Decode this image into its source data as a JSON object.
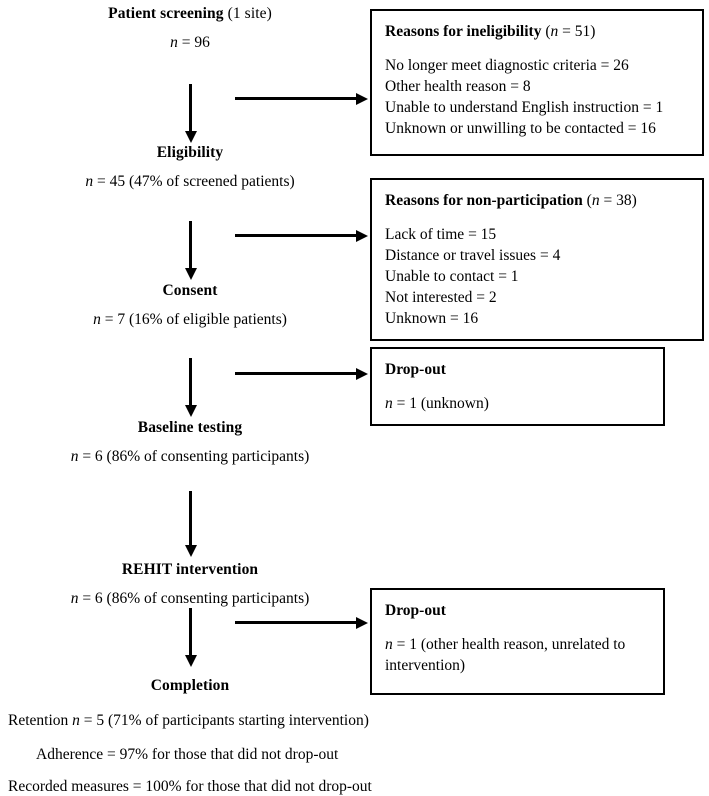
{
  "figure": {
    "type": "flowchart",
    "subject": "REHIT intervention participant flow (CONSORT-style)"
  },
  "flow": [
    {
      "id": "patient-screening",
      "title": "Patient screening",
      "title_suffix": " (1 site)",
      "sub_prefix": "n",
      "sub": " = 96"
    },
    {
      "id": "eligibility",
      "title": "Eligibility",
      "title_suffix": "",
      "sub_prefix": "n",
      "sub": " = 45 (47% of screened patients)"
    },
    {
      "id": "consent",
      "title": "Consent",
      "title_suffix": "",
      "sub_prefix": "n",
      "sub": " = 7 (16% of eligible patients)"
    },
    {
      "id": "baseline-testing",
      "title": "Baseline testing",
      "title_suffix": "",
      "sub_prefix": "n",
      "sub": " = 6 (86% of consenting participants)"
    },
    {
      "id": "rehit-intervention",
      "title": "REHIT intervention",
      "title_suffix": "",
      "sub_prefix": "n",
      "sub": " = 6 (86% of consenting participants)"
    },
    {
      "id": "completion",
      "title": "Completion",
      "title_suffix": "",
      "sub_prefix": "",
      "sub": ""
    }
  ],
  "boxes": [
    {
      "id": "reasons-ineligibility",
      "title": "Reasons for ineligibility",
      "title_n_open": " (",
      "title_n_var": "n",
      "title_n_value": " = 51)",
      "lines": [
        "No longer meet diagnostic criteria = 26",
        "Other health reason = 8",
        "Unable to understand English instruction = 1",
        "Unknown or unwilling to be contacted = 16"
      ]
    },
    {
      "id": "reasons-non-participation",
      "title": "Reasons for non-participation",
      "title_n_open": " (",
      "title_n_var": "n",
      "title_n_value": " = 38)",
      "lines": [
        "Lack of time = 15",
        "Distance or travel issues = 4",
        "Unable to contact = 1",
        "Not interested = 2",
        "Unknown = 16"
      ]
    },
    {
      "id": "drop-out-baseline",
      "title": "Drop-out",
      "title_n_open": "",
      "title_n_var": "",
      "title_n_value": "",
      "line_var": "n",
      "line_rest": " = 1 (unknown)"
    },
    {
      "id": "drop-out-intervention",
      "title": "Drop-out",
      "title_n_open": "",
      "title_n_var": "",
      "title_n_value": "",
      "line_var": "n",
      "line_rest": " = 1 (other health reason, unrelated to intervention)"
    }
  ],
  "summary": [
    {
      "id": "retention",
      "prefix": "Retention ",
      "var": "n",
      "rest": " = 5 (71% of participants starting intervention)"
    },
    {
      "id": "adherence",
      "prefix": "Adherence = 97% for those that did not drop-out",
      "var": "",
      "rest": ""
    },
    {
      "id": "recorded-measures",
      "prefix": "Recorded measures = 100% for those that did not drop-out",
      "var": "",
      "rest": ""
    }
  ],
  "colors": {
    "ink": "#000000",
    "background": "#ffffff",
    "box_border": "#000000"
  }
}
